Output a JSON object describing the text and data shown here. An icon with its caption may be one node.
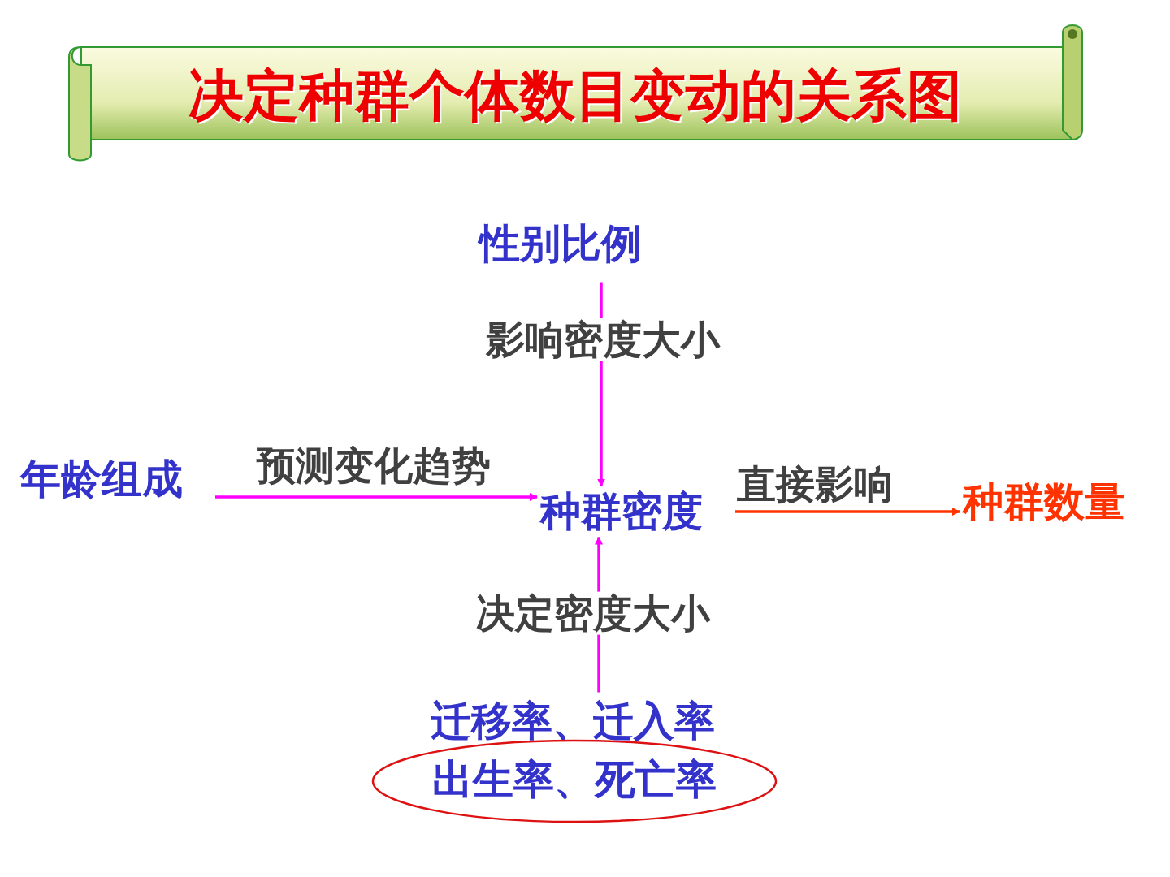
{
  "diagram": {
    "title": "决定种群个体数目变动的关系图",
    "nodes": [
      {
        "text": [
          "性别比例"
        ]
      },
      {
        "text": [
          "年龄组成"
        ]
      },
      {
        "text": [
          "种群密度"
        ]
      },
      {
        "text": [
          "种群数量"
        ]
      },
      {
        "text": [
          "迁移率、迁入率"
        ]
      },
      {
        "text": [
          "出生率、死亡率"
        ]
      }
    ],
    "edges": [
      {
        "from": 0,
        "to": 2,
        "arrow": "to",
        "label": "影响密度大小"
      },
      {
        "from": 1,
        "to": 2,
        "arrow": "to",
        "label": "预测变化趋势"
      },
      {
        "from": 2,
        "to": 3,
        "arrow": "to",
        "label": "直接影响",
        "color": "#ff3300"
      },
      {
        "from": 4,
        "to": 2,
        "arrow": "to",
        "label": "决定密度大小"
      }
    ]
  }
}
